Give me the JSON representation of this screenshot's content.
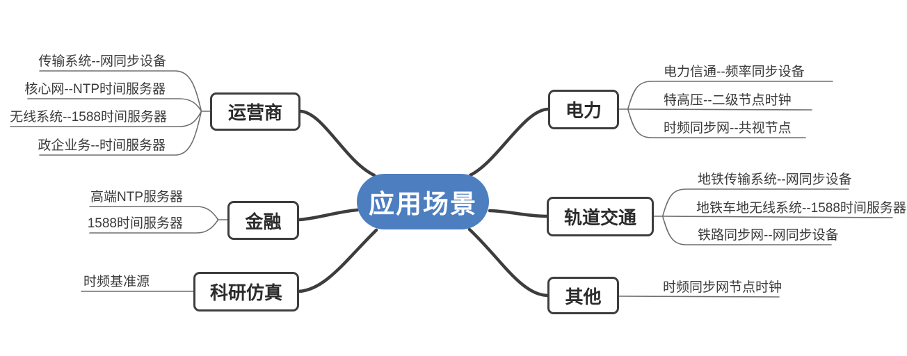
{
  "title": {
    "text": "应用场景"
  },
  "colors": {
    "background": "#FFFFFF",
    "center_fill": "#4C7EC0",
    "center_text": "#FFFFFF",
    "node_border": "#3D3D3D",
    "node_fill": "#FFFFFF",
    "node_text": "#2B2B2B",
    "branch_line": "#3D3D3D",
    "leaf_line": "#6E6E6E",
    "leaf_text": "#3A3A3A"
  },
  "branches": [
    {
      "id": "operators",
      "label": "运营商",
      "side": "left",
      "leaves": [
        "传输系统--网同步设备",
        "核心网--NTP时间服务器",
        "无线系统--1588时间服务器",
        "政企业务--时间服务器"
      ]
    },
    {
      "id": "finance",
      "label": "金融",
      "side": "left",
      "leaves": [
        "高端NTP服务器",
        "1588时间服务器"
      ]
    },
    {
      "id": "research-simulation",
      "label": "科研仿真",
      "side": "left",
      "leaves": [
        "时频基准源"
      ]
    },
    {
      "id": "power",
      "label": "电力",
      "side": "right",
      "leaves": [
        "电力信通--频率同步设备",
        "特高压--二级节点时钟",
        "时频同步网--共视节点"
      ]
    },
    {
      "id": "rail-transit",
      "label": "轨道交通",
      "side": "right",
      "leaves": [
        "地铁传输系统--网同步设备",
        "地铁车地无线系统--1588时间服务器",
        "铁路同步网--网同步设备"
      ]
    },
    {
      "id": "others",
      "label": "其他",
      "side": "right",
      "leaves": [
        "时频同步网节点时钟"
      ]
    }
  ]
}
